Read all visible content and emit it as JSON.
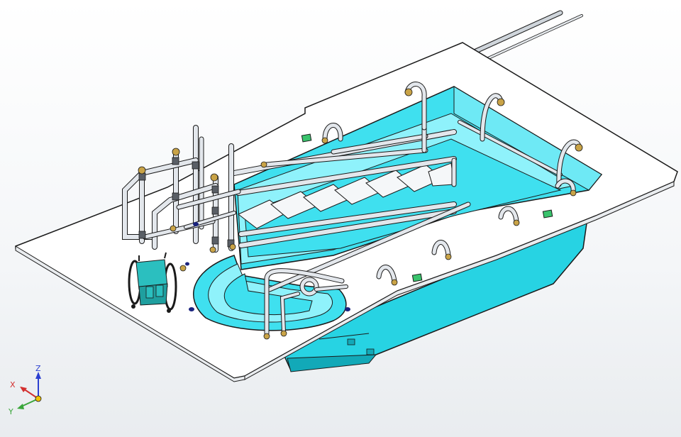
{
  "viewport": {
    "background_top": "#ffffff",
    "background_bottom": "#e9ecef"
  },
  "model": {
    "deck_color": "#ffffff",
    "water_color": "#3fe0ef",
    "water_light": "#8ff2fb",
    "shell_color": "#27d3e3",
    "shell_dark": "#12a9b8",
    "outline_color": "#1a1a1a",
    "rail_color": "#e3e7ec",
    "rail_highlight": "#ffffff",
    "brass_color": "#c9a347",
    "drain_color": "#39c36c",
    "anchor_color": "#1a237e",
    "wheelchair_color": "#2bbfbf"
  },
  "triad": {
    "z_label": "Z",
    "x_label": "X",
    "y_label": "Y",
    "z_color": "#2b3fd0",
    "x_color": "#d32f2f",
    "y_color": "#3aa63a",
    "origin_color": "#f2c200"
  }
}
